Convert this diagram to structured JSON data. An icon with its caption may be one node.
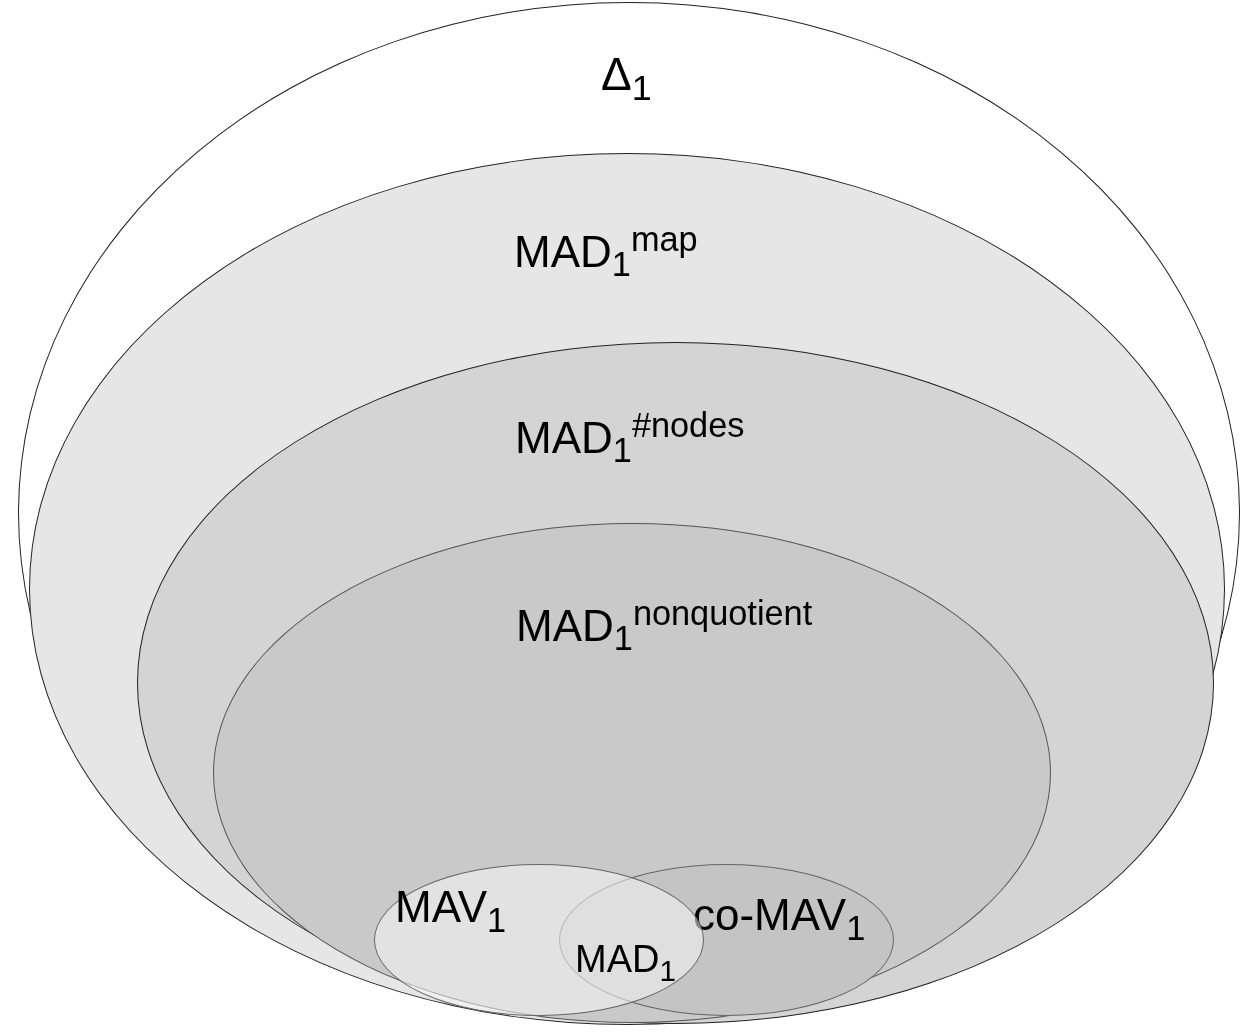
{
  "diagram": {
    "nodes": [
      {
        "text": [
          "Δ$_{1}$"
        ]
      },
      {
        "text": [
          "MAD$_{1}$$^{map}$"
        ],
        "in": 0
      },
      {
        "text": [
          "MAD$_{1}$$^{#nodes}$"
        ],
        "in": 1
      },
      {
        "text": [
          "MAD$_{1}$$^{nonquotient}$"
        ],
        "in": 2
      },
      {
        "text": [
          "MAV$_{1}$"
        ],
        "in": 3
      },
      {
        "text": [
          "co-MAV$_{1}$"
        ],
        "in": 3
      }
    ],
    "edges": [],
    "labels": [
      "MAD$_{1}$"
    ]
  }
}
